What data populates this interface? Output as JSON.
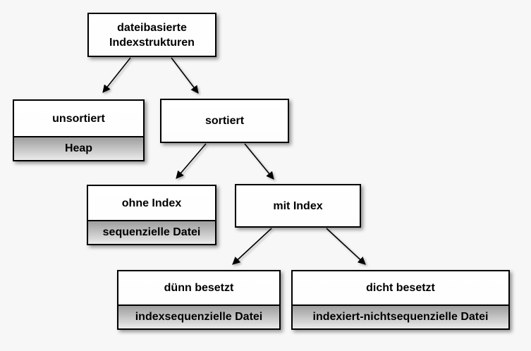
{
  "diagram": {
    "description": "Baumdiagramm dateibasierte Indexstrukturen",
    "background_color": "#f7f7f7",
    "colors": {
      "box_fill": "#ffffff",
      "box_border": "#000000",
      "sublabel_gradient_top": "#9e9e9e",
      "sublabel_gradient_bottom": "#ebebeb",
      "text": "#000000",
      "edge": "#000000"
    },
    "nodes": [
      {
        "id": "root",
        "label": "dateibasierte Indexstrukturen",
        "sublabel": null
      },
      {
        "id": "unsortiert",
        "label": "unsortiert",
        "sublabel": "Heap"
      },
      {
        "id": "sortiert",
        "label": "sortiert",
        "sublabel": null
      },
      {
        "id": "ohne-index",
        "label": "ohne Index",
        "sublabel": "sequenzielle Datei"
      },
      {
        "id": "mit-index",
        "label": "mit Index",
        "sublabel": null
      },
      {
        "id": "duenn-besetzt",
        "label": "dünn besetzt",
        "sublabel": "indexsequenzielle Datei"
      },
      {
        "id": "dicht-besetzt",
        "label": "dicht besetzt",
        "sublabel": "indexiert-nichtsequenzielle Datei"
      }
    ],
    "edges": [
      {
        "from": "root",
        "to": "unsortiert"
      },
      {
        "from": "root",
        "to": "sortiert"
      },
      {
        "from": "sortiert",
        "to": "ohne-index"
      },
      {
        "from": "sortiert",
        "to": "mit-index"
      },
      {
        "from": "mit-index",
        "to": "duenn-besetzt"
      },
      {
        "from": "mit-index",
        "to": "dicht-besetzt"
      }
    ]
  }
}
